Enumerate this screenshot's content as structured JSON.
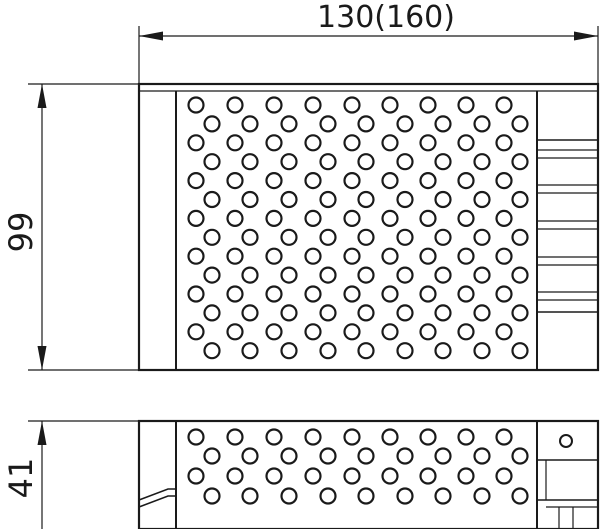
{
  "drawing": {
    "width_label": "130(160)",
    "height_label": "99",
    "depth_label": "41"
  },
  "colors": {
    "line": "#1a1a1a",
    "background": "#ffffff"
  }
}
